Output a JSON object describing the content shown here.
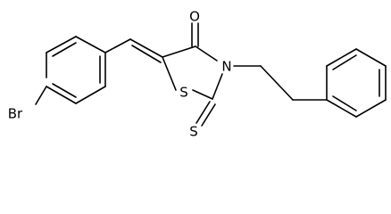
{
  "molecule": {
    "atoms": {
      "oxygen": "O",
      "sulfur_ring": "S",
      "sulfur_thione": "S",
      "nitrogen": "N",
      "bromine": "Br"
    },
    "colors": {
      "bond": "#000000",
      "label": "#000000"
    }
  }
}
